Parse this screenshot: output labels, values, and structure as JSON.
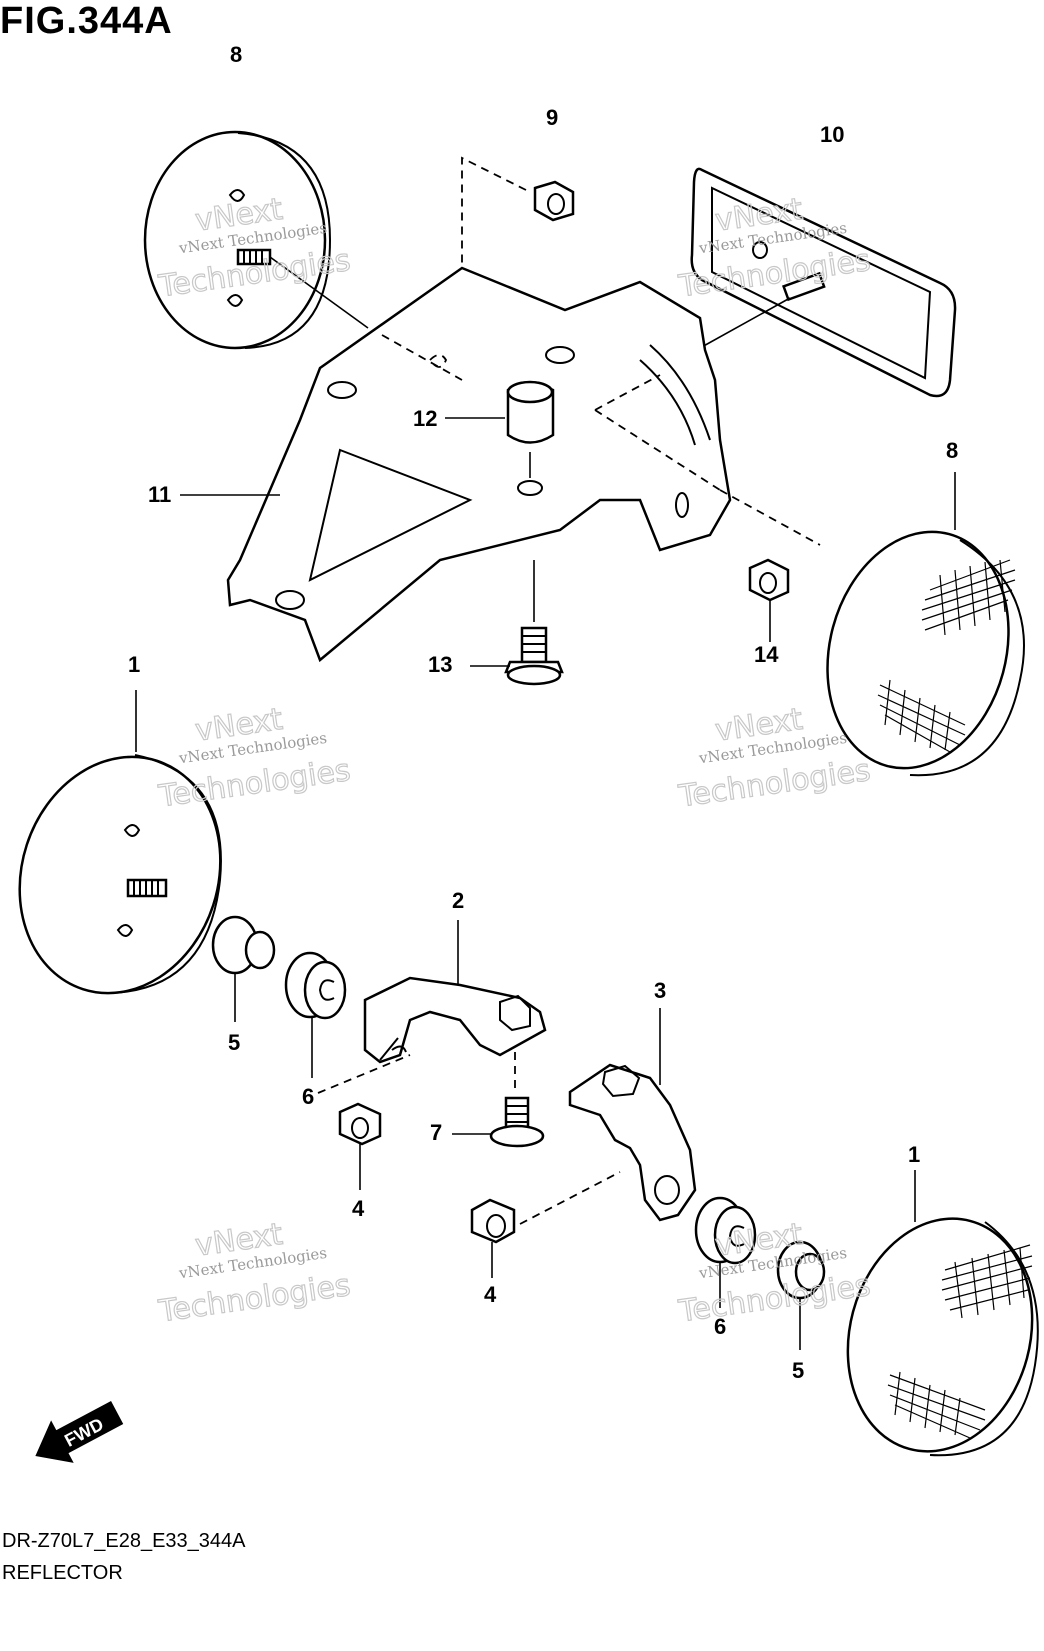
{
  "figure": {
    "title": "FIG.344A",
    "code": "DR-Z70L7_E28_E33_344A",
    "name": "REFLECTOR"
  },
  "callouts": [
    {
      "id": "c8a",
      "label": "8"
    },
    {
      "id": "c9",
      "label": "9"
    },
    {
      "id": "c10",
      "label": "10"
    },
    {
      "id": "c12",
      "label": "12"
    },
    {
      "id": "c11",
      "label": "11"
    },
    {
      "id": "c8b",
      "label": "8"
    },
    {
      "id": "c13",
      "label": "13"
    },
    {
      "id": "c14",
      "label": "14"
    },
    {
      "id": "c1a",
      "label": "1"
    },
    {
      "id": "c2",
      "label": "2"
    },
    {
      "id": "c3",
      "label": "3"
    },
    {
      "id": "c5a",
      "label": "5"
    },
    {
      "id": "c6a",
      "label": "6"
    },
    {
      "id": "c7",
      "label": "7"
    },
    {
      "id": "c4a",
      "label": "4"
    },
    {
      "id": "c1b",
      "label": "1"
    },
    {
      "id": "c4b",
      "label": "4"
    },
    {
      "id": "c6b",
      "label": "6"
    },
    {
      "id": "c5b",
      "label": "5"
    }
  ],
  "watermark": {
    "line1": "vNext Technologies",
    "line2": "Technologies",
    "line3": "vNext"
  },
  "fwd_label": "FWD"
}
